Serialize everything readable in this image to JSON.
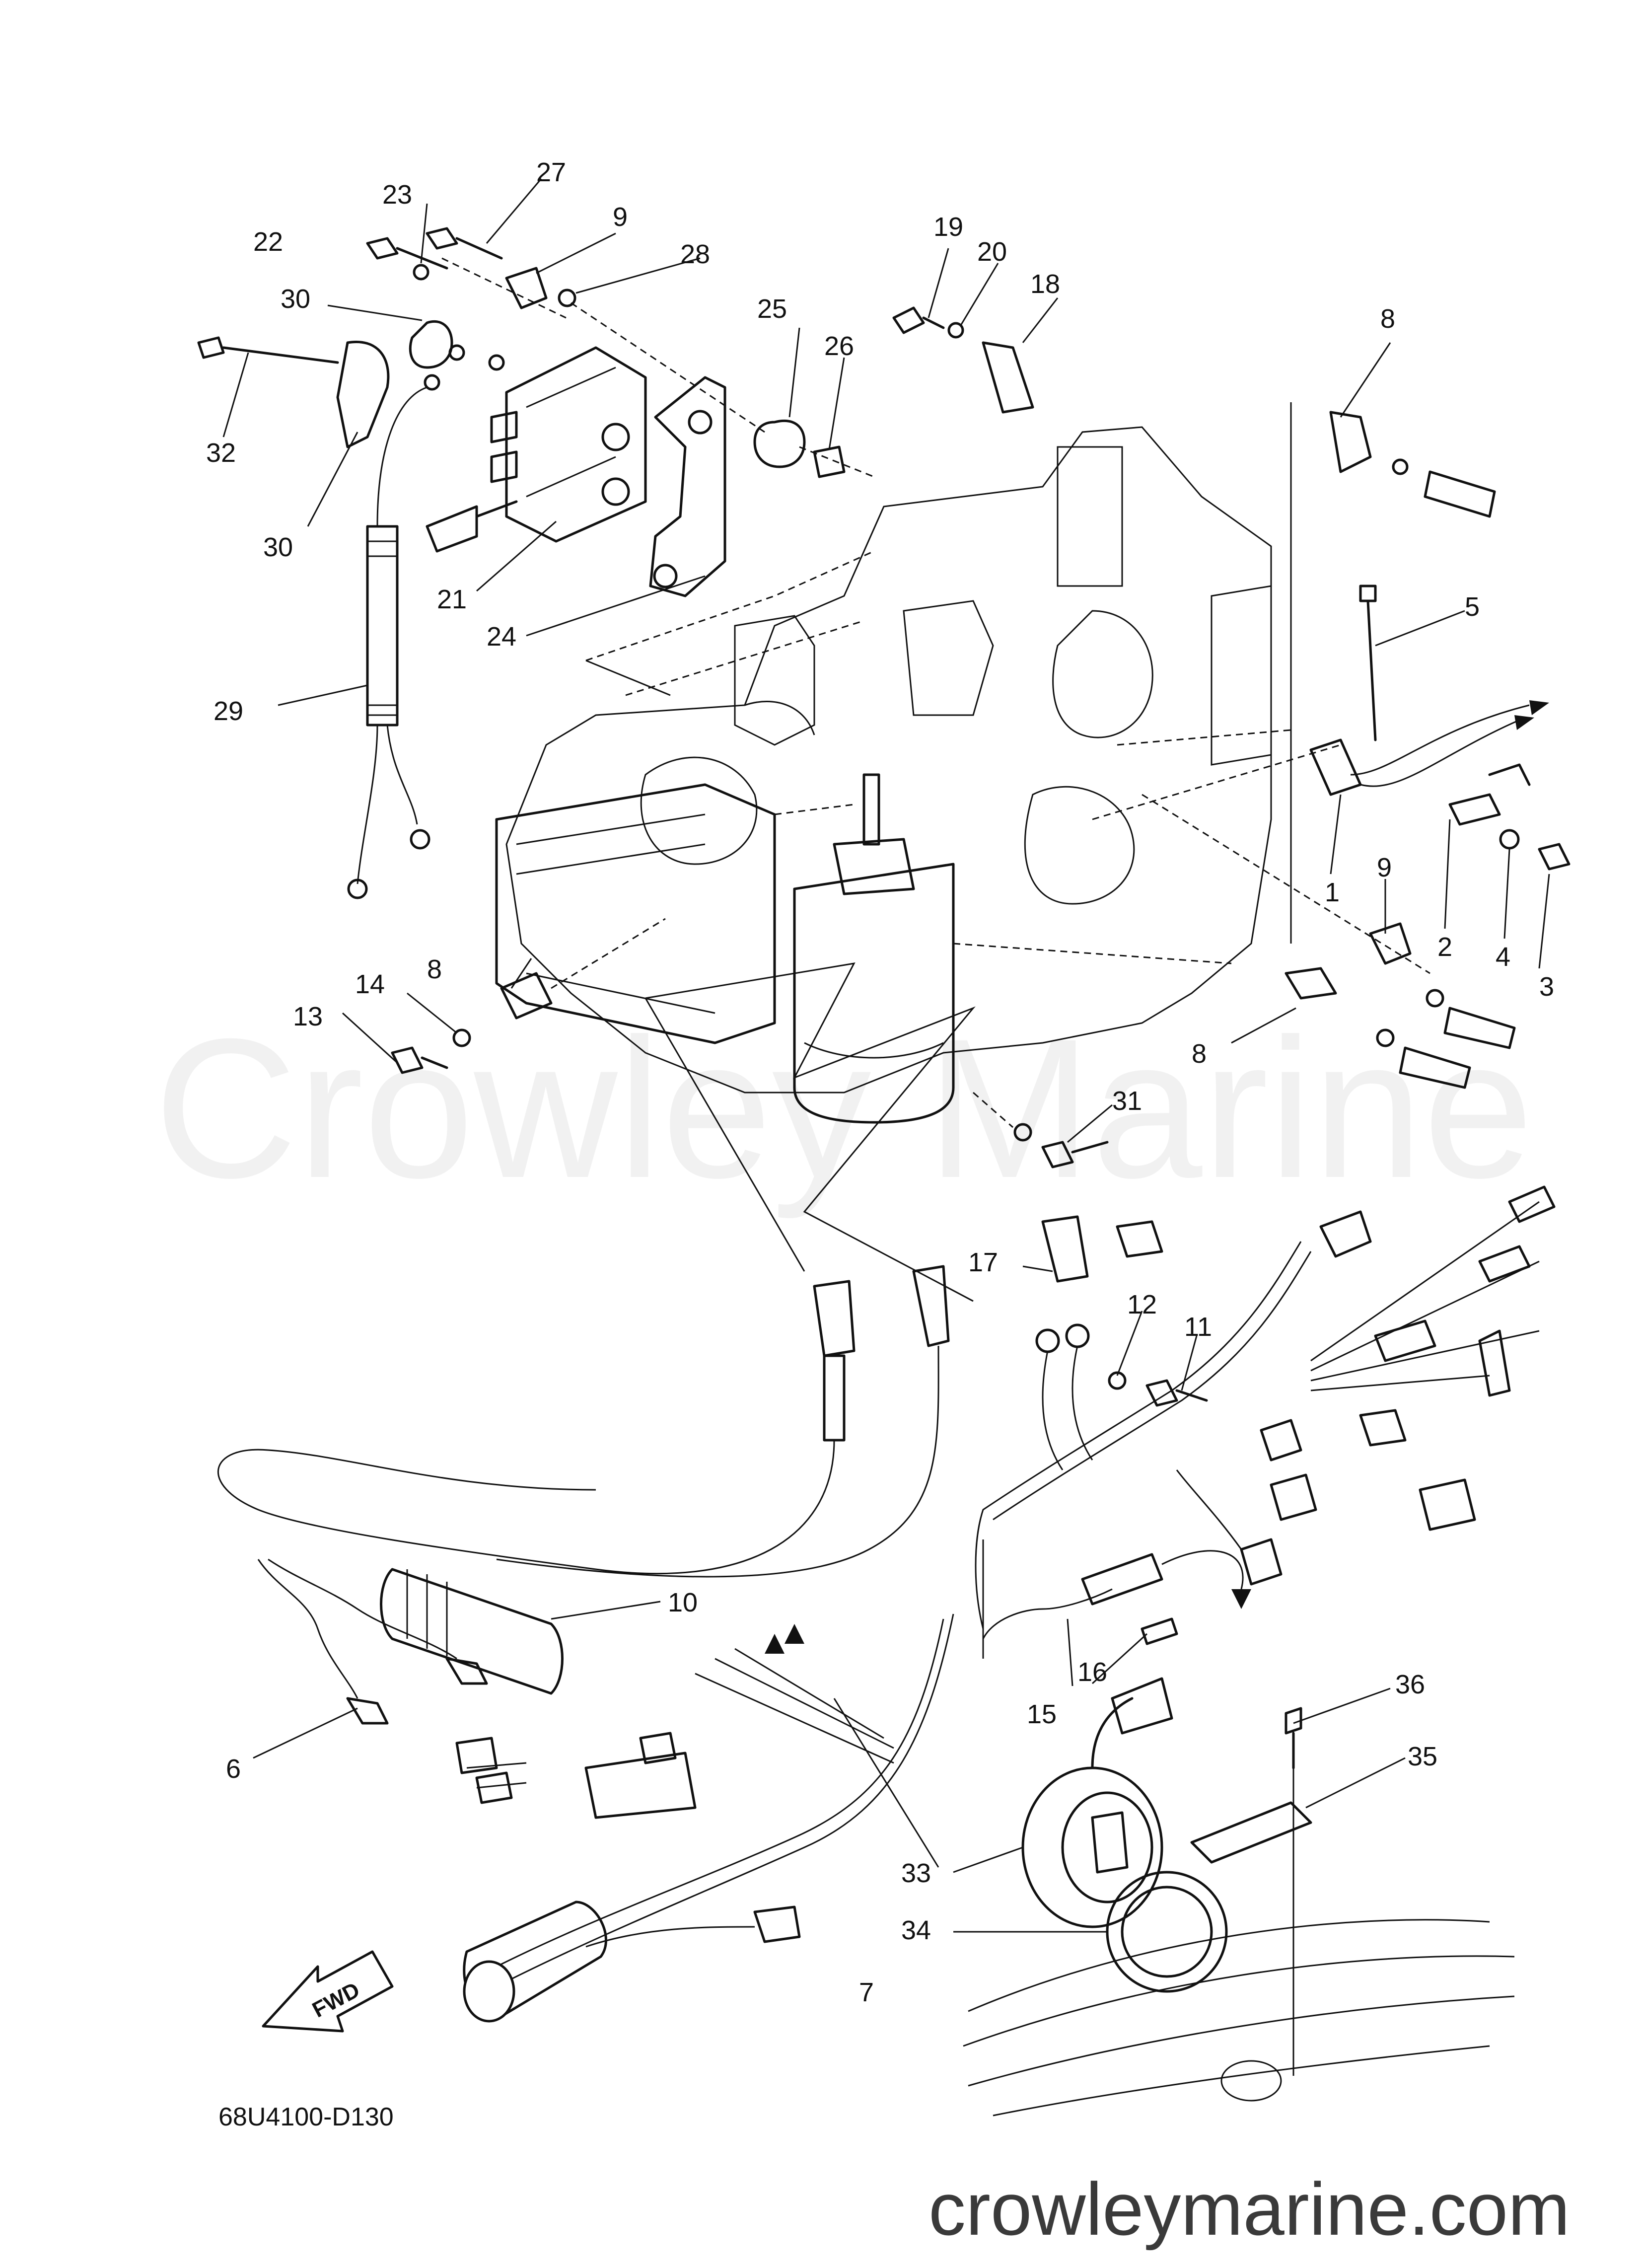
{
  "diagram": {
    "code": "68U4100-D130",
    "watermark": "Crowley Marine",
    "footer_url": "crowleymarine.com",
    "fwd_label": "FWD"
  },
  "callouts": [
    {
      "id": "c1",
      "label": "1"
    },
    {
      "id": "c2",
      "label": "2"
    },
    {
      "id": "c3",
      "label": "3"
    },
    {
      "id": "c4",
      "label": "4"
    },
    {
      "id": "c5",
      "label": "5"
    },
    {
      "id": "c6",
      "label": "6"
    },
    {
      "id": "c7",
      "label": "7"
    },
    {
      "id": "c8a",
      "label": "8"
    },
    {
      "id": "c8b",
      "label": "8"
    },
    {
      "id": "c8c",
      "label": "8"
    },
    {
      "id": "c9a",
      "label": "9"
    },
    {
      "id": "c9b",
      "label": "9"
    },
    {
      "id": "c10",
      "label": "10"
    },
    {
      "id": "c11",
      "label": "11"
    },
    {
      "id": "c12",
      "label": "12"
    },
    {
      "id": "c13",
      "label": "13"
    },
    {
      "id": "c14",
      "label": "14"
    },
    {
      "id": "c15",
      "label": "15"
    },
    {
      "id": "c16",
      "label": "16"
    },
    {
      "id": "c17",
      "label": "17"
    },
    {
      "id": "c18",
      "label": "18"
    },
    {
      "id": "c19",
      "label": "19"
    },
    {
      "id": "c20",
      "label": "20"
    },
    {
      "id": "c21",
      "label": "21"
    },
    {
      "id": "c22",
      "label": "22"
    },
    {
      "id": "c23",
      "label": "23"
    },
    {
      "id": "c24",
      "label": "24"
    },
    {
      "id": "c25",
      "label": "25"
    },
    {
      "id": "c26",
      "label": "26"
    },
    {
      "id": "c27",
      "label": "27"
    },
    {
      "id": "c28",
      "label": "28"
    },
    {
      "id": "c29",
      "label": "29"
    },
    {
      "id": "c30a",
      "label": "30"
    },
    {
      "id": "c30b",
      "label": "30"
    },
    {
      "id": "c31",
      "label": "31"
    },
    {
      "id": "c32",
      "label": "32"
    },
    {
      "id": "c33",
      "label": "33"
    },
    {
      "id": "c34",
      "label": "34"
    },
    {
      "id": "c35",
      "label": "35"
    },
    {
      "id": "c36",
      "label": "36"
    }
  ]
}
